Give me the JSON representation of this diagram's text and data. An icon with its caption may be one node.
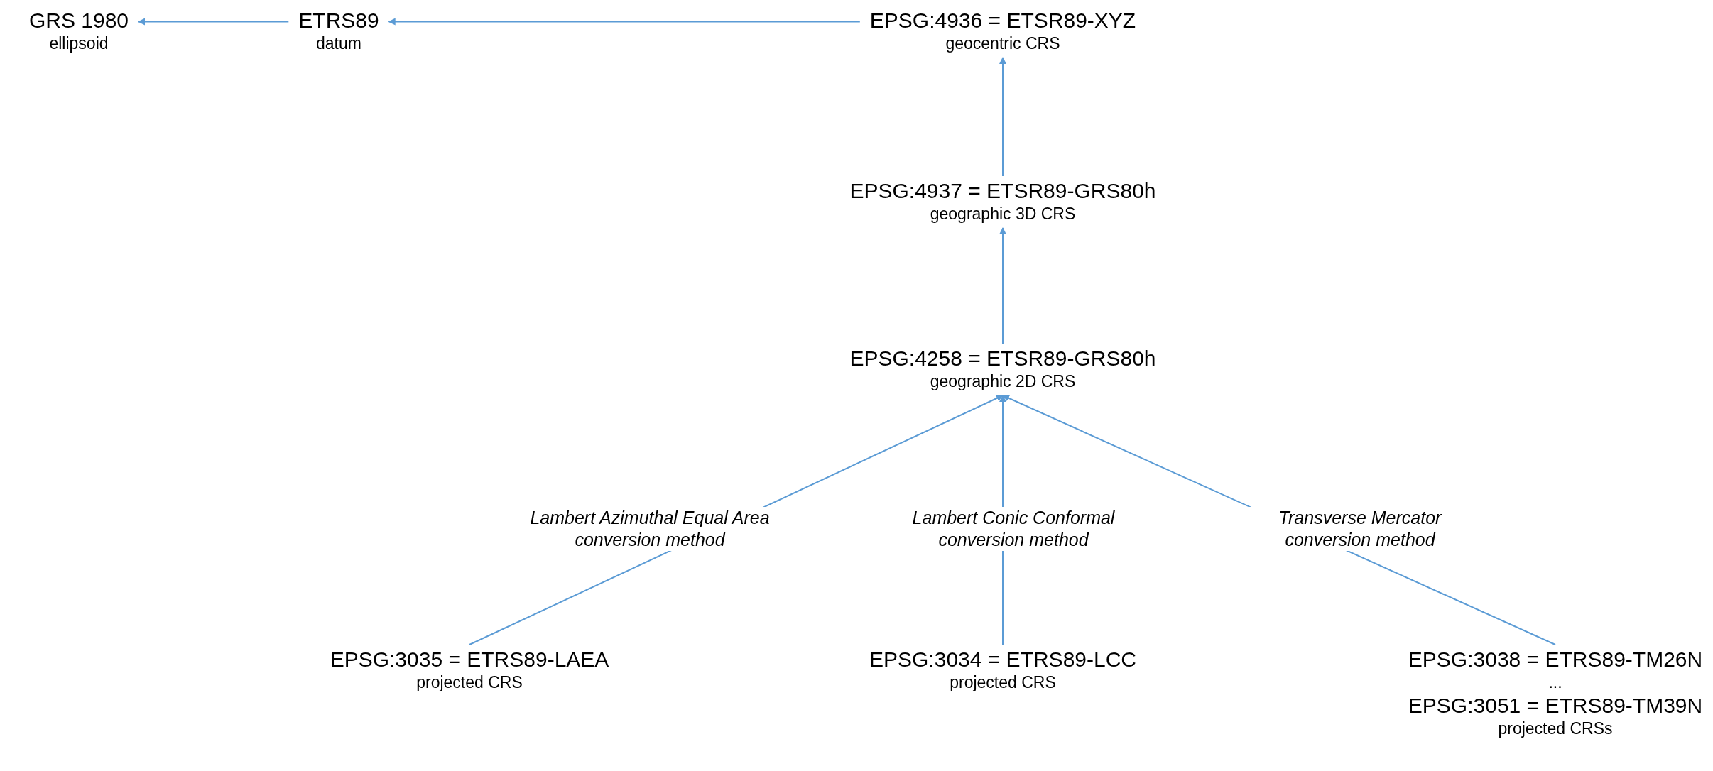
{
  "diagram": {
    "nodes": [
      {
        "text": [
          "GRS 1980",
          "ellipsoid"
        ]
      },
      {
        "text": [
          "ETRS89",
          "datum"
        ]
      },
      {
        "text": [
          "EPSG:4936 = ETSR89-XYZ",
          "geocentric CRS"
        ]
      },
      {
        "text": [
          "EPSG:4937 = ETSR89-GRS80h",
          "geographic 3D CRS"
        ]
      },
      {
        "text": [
          "EPSG:4258 = ETSR89-GRS80h",
          "geographic 2D CRS"
        ]
      },
      {
        "text": [
          "EPSG:3035 = ETRS89-LAEA",
          "projected CRS"
        ]
      },
      {
        "text": [
          "EPSG:3034 = ETRS89-LCC",
          "projected CRS"
        ]
      },
      {
        "text": [
          "EPSG:3038 = ETRS89-TM26N",
          "...",
          "EPSG:3051 = ETRS89-TM39N",
          "projected CRSs"
        ]
      }
    ],
    "edges": [
      {
        "from": 1,
        "to": 0,
        "arrow": "to"
      },
      {
        "from": 2,
        "to": 1,
        "arrow": "to"
      },
      {
        "from": 3,
        "to": 2,
        "arrow": "to"
      },
      {
        "from": 4,
        "to": 3,
        "arrow": "to"
      },
      {
        "from": 5,
        "to": 4,
        "arrow": "to",
        "label": "Lambert Azimuthal Equal Area conversion method"
      },
      {
        "from": 6,
        "to": 4,
        "arrow": "to",
        "label": "Lambert Conic Conformal conversion method"
      },
      {
        "from": 7,
        "to": 4,
        "arrow": "to",
        "label": "Transverse Mercator conversion method"
      }
    ]
  }
}
